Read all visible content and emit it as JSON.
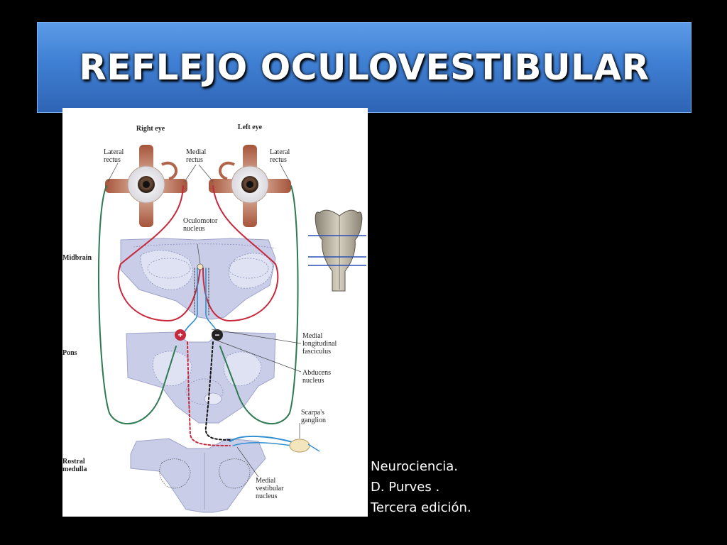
{
  "title": "REFLEJO OCULOVESTIBULAR",
  "figure": {
    "labels": {
      "right_eye": "Right eye",
      "left_eye": "Left eye",
      "lateral_rectus_1": "Lateral",
      "lateral_rectus_2": "rectus",
      "medial_rectus_1": "Medial",
      "medial_rectus_2": "rectus",
      "oculomotor_1": "Oculomotor",
      "oculomotor_2": "nucleus",
      "midbrain": "Midbrain",
      "pons": "Pons",
      "rostral_1": "Rostral",
      "rostral_2": "medulla",
      "mlf_1": "Medial",
      "mlf_2": "longitudinal",
      "mlf_3": "fasciculus",
      "abducens_1": "Abducens",
      "abducens_2": "nucleus",
      "scarpa_1": "Scarpa's",
      "scarpa_2": "ganglion",
      "mvn_1": "Medial",
      "mvn_2": "vestibular",
      "mvn_3": "nucleus",
      "plus": "+",
      "minus": "−"
    },
    "colors": {
      "red_pathway": "#c8283c",
      "green_pathway": "#2e7a52",
      "blue_pathway": "#2f8fd0",
      "black_pathway": "#111111",
      "brain_section": "#c9cde8",
      "muscle": "#b0654a"
    }
  },
  "citation": {
    "line1": "Neurociencia.",
    "line2": "D. Purves .",
    "line3": "Tercera edición."
  }
}
